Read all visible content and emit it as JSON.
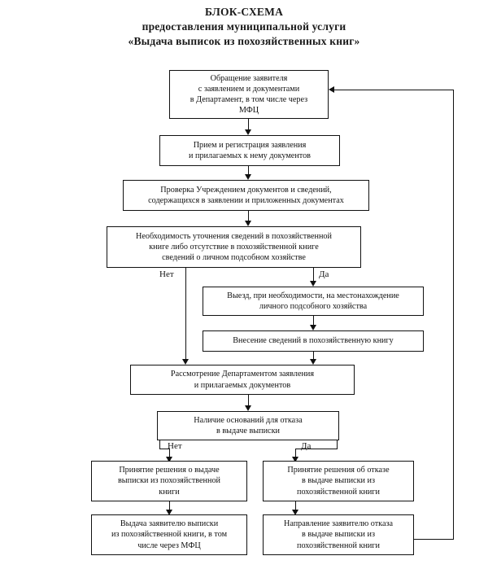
{
  "document": {
    "title_lines": [
      "БЛОК-СХЕМА",
      "предоставления муниципальной услуги",
      "«Выдача выписок из похозяйственных книг»"
    ]
  },
  "flowchart": {
    "type": "flowchart",
    "orientation": "top-to-bottom",
    "nodes": [
      {
        "id": "n1",
        "text": "Обращение заявителя\nс заявлением и документами\nв Департамент, в том числе через\nМФЦ"
      },
      {
        "id": "n2",
        "text": "Прием и регистрация заявления\nи прилагаемых к нему документов"
      },
      {
        "id": "n3",
        "text": "Проверка Учреждением документов и сведений,\nсодержащихся в  заявлении и приложенных документах"
      },
      {
        "id": "n4",
        "text": "Необходимость уточнения сведений в похозяйственной\nкниге либо отсутствие в похозяйственной книге\nсведений о личном подсобном хозяйстве"
      },
      {
        "id": "n5",
        "text": "Выезд, при необходимости, на местонахождение\nличного подсобного хозяйства"
      },
      {
        "id": "n6",
        "text": "Внесение сведений в похозяйственную книгу"
      },
      {
        "id": "n7",
        "text": "Рассмотрение Департаментом заявления\nи прилагаемых документов"
      },
      {
        "id": "n8",
        "text": "Наличие оснований для отказа\nв выдаче выписки"
      },
      {
        "id": "n9",
        "text": "Принятие решения о выдаче\nвыписки из похозяйственной\nкниги"
      },
      {
        "id": "n10",
        "text": "Принятие решения об отказе\nв выдаче выписки из\nпохозяйственной книги"
      },
      {
        "id": "n11",
        "text": "Выдача заявителю выписки\nиз похозяйственной книги, в том\nчисле через МФЦ"
      },
      {
        "id": "n12",
        "text": "Направление заявителю отказа\nв выдаче выписки из\nпохозяйственной книги"
      }
    ],
    "branch_labels": {
      "decision1_no": "Нет",
      "decision1_yes": "Да",
      "decision2_no": "Нет",
      "decision2_yes": "Да"
    },
    "colors": {
      "line": "#111111",
      "box_fill": "#ffffff",
      "text": "#121212"
    }
  }
}
